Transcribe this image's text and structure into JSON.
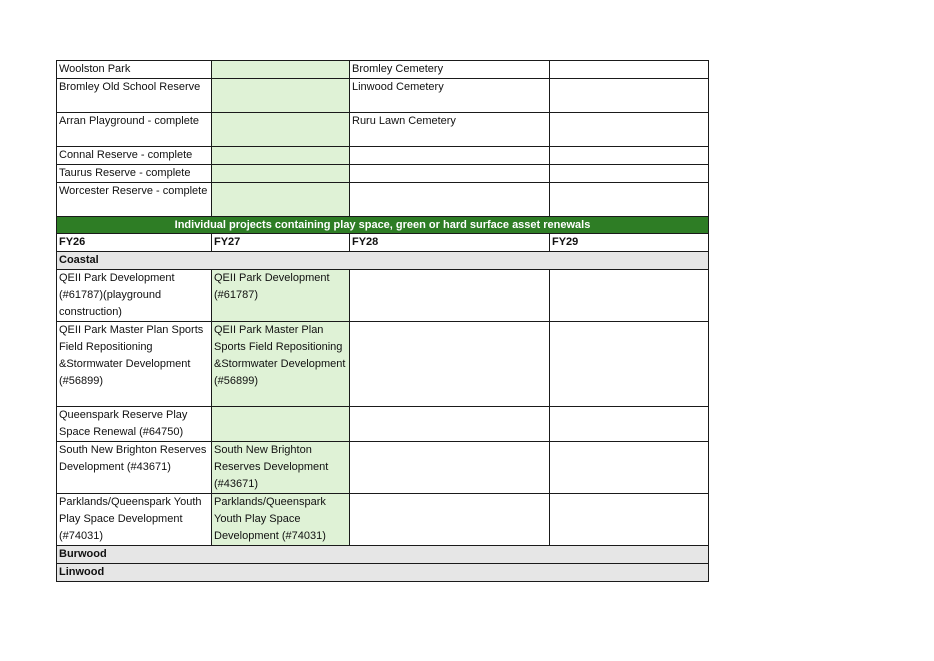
{
  "top_rows": [
    {
      "c1": "Woolston Park",
      "c3": "Bromley Cemetery"
    },
    {
      "c1": "Bromley Old School Reserve",
      "c3": "Linwood Cemetery"
    },
    {
      "c1": "Arran Playground - complete",
      "c3": "Ruru Lawn Cemetery"
    },
    {
      "c1": "Connal Reserve - complete",
      "c3": ""
    },
    {
      "c1": "Taurus Reserve - complete",
      "c3": ""
    },
    {
      "c1": "Worcester Reserve - complete",
      "c3": ""
    }
  ],
  "banner": "Individual projects containing play space, green or hard surface asset renewals",
  "headers": [
    "FY26",
    "FY27",
    "FY28",
    "FY29"
  ],
  "sections": {
    "coastal": "Coastal",
    "burwood": "Burwood",
    "linwood": "Linwood"
  },
  "coastal_rows": [
    {
      "fy26": "QEII Park Development (#61787)(playground construction)",
      "fy27": "QEII Park Development (#61787)"
    },
    {
      "fy26": "QEII Park Master Plan Sports Field Repositioning &Stormwater Development (#56899)",
      "fy27": "QEII Park Master Plan Sports Field Repositioning &Stormwater Development (#56899)"
    },
    {
      "fy26": "Queenspark Reserve Play Space Renewal (#64750)",
      "fy27": ""
    },
    {
      "fy26": "South New Brighton Reserves Development (#43671)",
      "fy27": "South New Brighton Reserves Development (#43671)"
    },
    {
      "fy26": "Parklands/Queenspark Youth Play Space Development (#74031)",
      "fy27": "Parklands/Queenspark Youth Play Space Development (#74031)"
    }
  ]
}
